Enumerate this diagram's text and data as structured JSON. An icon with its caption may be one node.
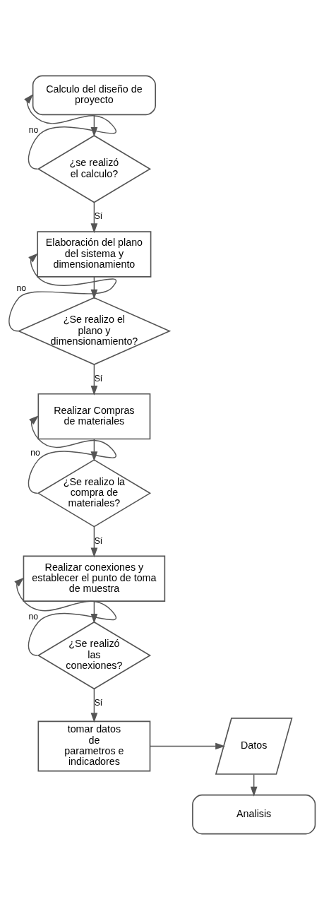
{
  "diagram": {
    "nodes": [
      {
        "text": [
          "Calculo del diseño de proyecto"
        ]
      },
      {
        "text": [
          "¿se realizó el calculo?"
        ]
      },
      {
        "text": [
          "Elaboración del plano del sistema y dimensionamiento"
        ]
      },
      {
        "text": [
          "¿Se realizo el plano y dimensionamiento?"
        ]
      },
      {
        "text": [
          "Realizar Compras de materiales"
        ]
      },
      {
        "text": [
          "¿Se realizo la compra de materiales?"
        ]
      },
      {
        "text": [
          "Realizar conexiones y establecer el punto de toma de muestra"
        ]
      },
      {
        "text": [
          "¿Se realizó las conexiones?"
        ]
      },
      {
        "text": [
          "tomar datos de parametros e indicadores"
        ]
      },
      {
        "text": [
          "Datos"
        ]
      },
      {
        "text": [
          "Analisis"
        ]
      }
    ],
    "edges": [
      {
        "from": 0,
        "to": 1,
        "arrow": "to"
      },
      {
        "from": 1,
        "to": 0,
        "arrow": "to",
        "label": "no"
      },
      {
        "from": 1,
        "to": 2,
        "arrow": "to",
        "label": "Sí"
      },
      {
        "from": 2,
        "to": 3,
        "arrow": "to"
      },
      {
        "from": 3,
        "to": 2,
        "arrow": "to",
        "label": "no"
      },
      {
        "from": 3,
        "to": 4,
        "arrow": "to",
        "label": "Sí"
      },
      {
        "from": 4,
        "to": 5,
        "arrow": "to"
      },
      {
        "from": 5,
        "to": 4,
        "arrow": "to",
        "label": "no"
      },
      {
        "from": 5,
        "to": 6,
        "arrow": "to",
        "label": "Sí"
      },
      {
        "from": 6,
        "to": 7,
        "arrow": "to"
      },
      {
        "from": 7,
        "to": 6,
        "arrow": "to",
        "label": "no"
      },
      {
        "from": 7,
        "to": 8,
        "arrow": "to",
        "label": "Sí"
      },
      {
        "from": 8,
        "to": 9,
        "arrow": "to"
      },
      {
        "from": 9,
        "to": 10,
        "arrow": "to"
      }
    ]
  }
}
